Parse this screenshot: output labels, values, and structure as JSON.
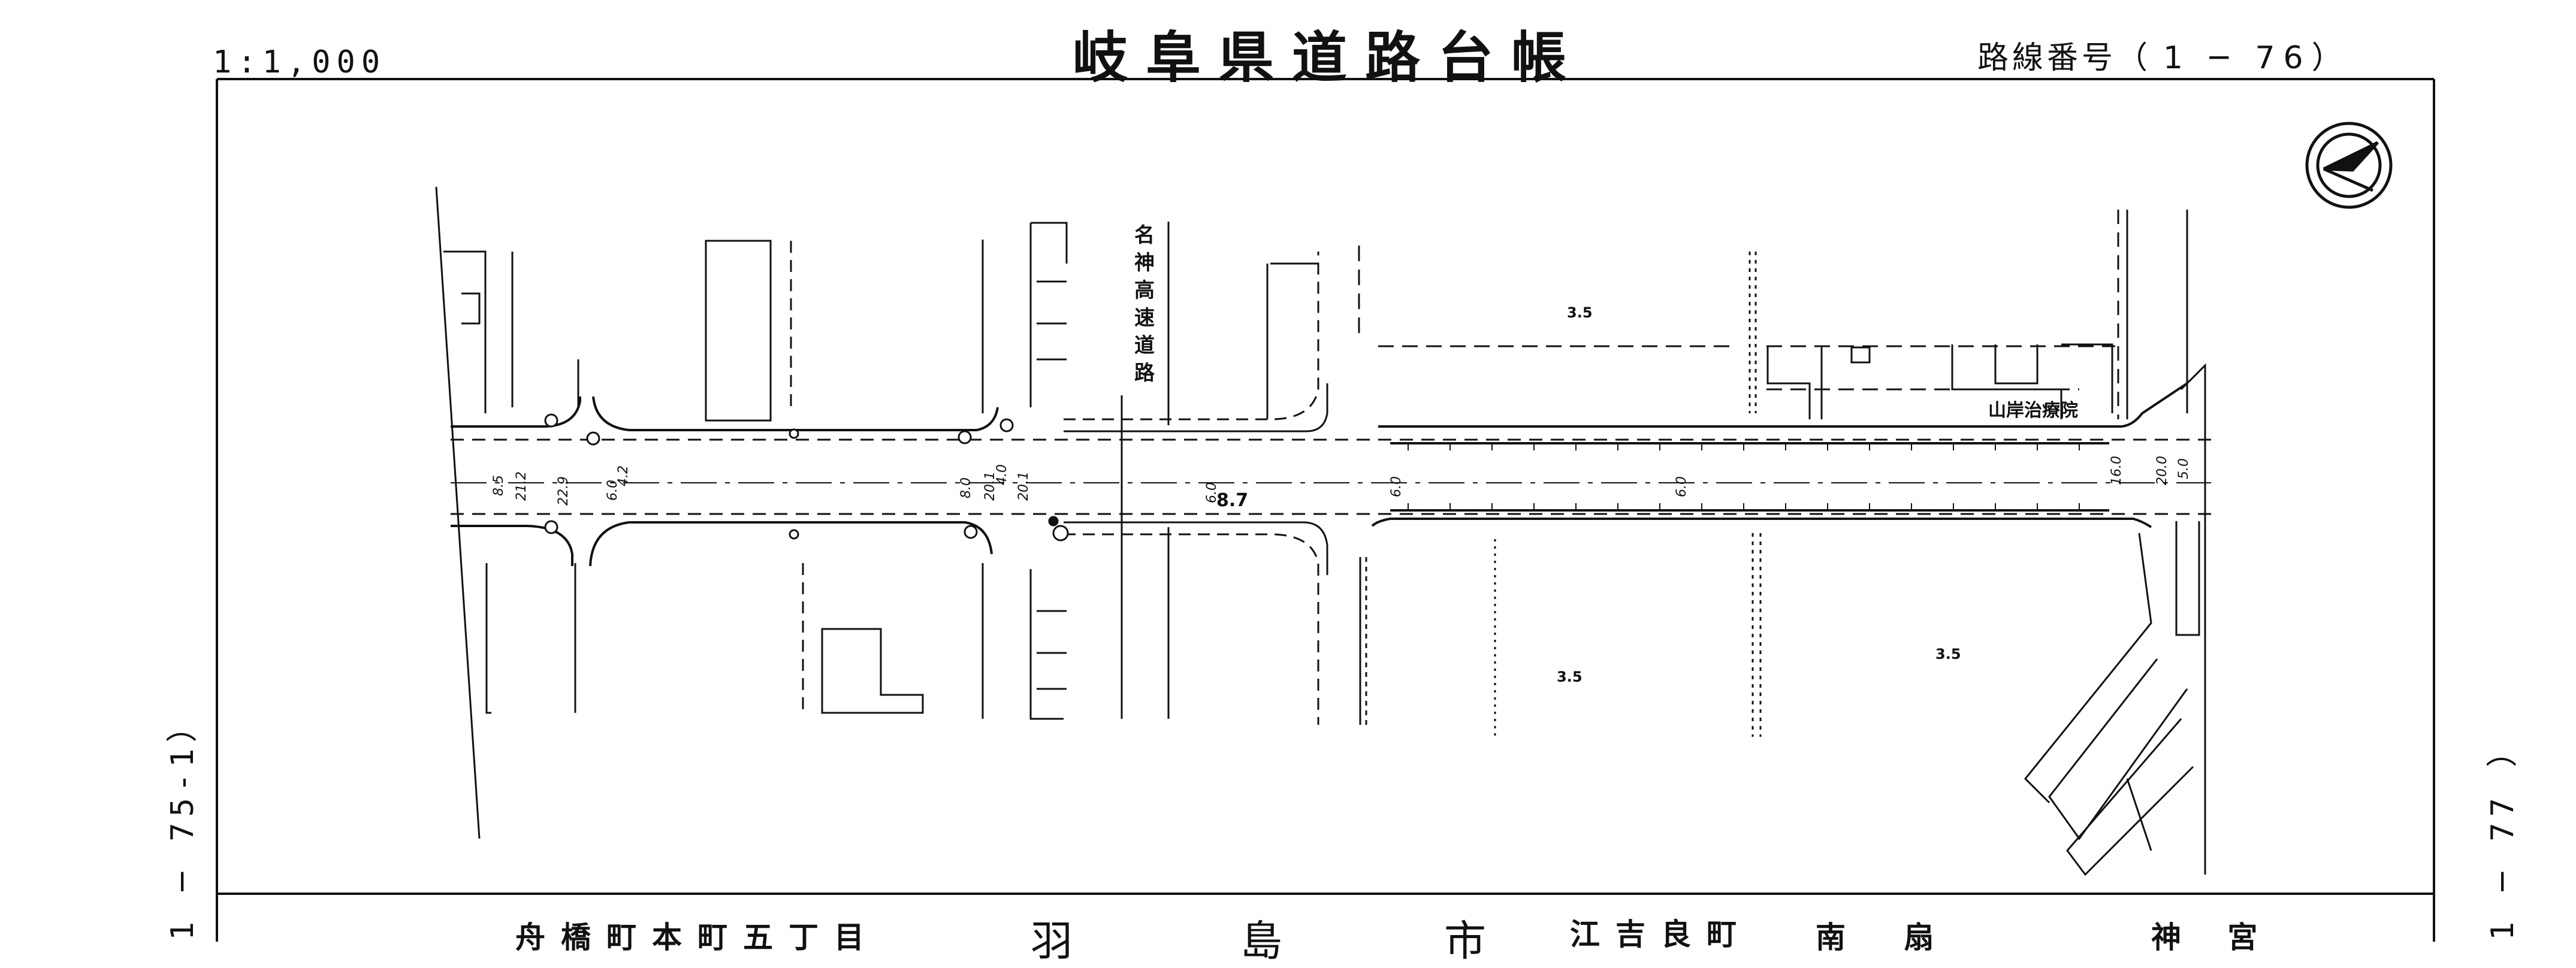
{
  "header": {
    "scale": "1:1,000",
    "title": "岐阜県道路台帳",
    "route_label": "路線番号（",
    "route_number": "1 ─ 76",
    "route_close": "）"
  },
  "margins": {
    "left_sheet_ref": "1 ─ 75-1）",
    "right_sheet_ref": "1 ─ 77 ）"
  },
  "map": {
    "expressway_label": "名神高速道路",
    "clinic_label": "山岸治療院",
    "widths": {
      "main_road": "8.7",
      "north_zone": "3.5",
      "south_zone_a": "3.5",
      "south_zone_b": "3.5",
      "lane_a": "6.0",
      "lane_b": "6.0",
      "lane_c": "6.0",
      "dim_85": "8.5",
      "dim_212": "21.2",
      "dim_229": "22.9",
      "dim_60": "6.0",
      "dim_42": "4.2",
      "dim_80": "8.0",
      "dim_201a": "20.1",
      "dim_40": "4.0",
      "dim_201b": "20.1",
      "dim_160": "16.0",
      "dim_200": "20.0",
      "dim_50": "5.0"
    }
  },
  "place_names": {
    "district_1": "舟橋町本町五丁目",
    "city_a": "羽",
    "city_b": "島",
    "city_c": "市",
    "district_2": "江吉良町",
    "district_3": "南 扇",
    "district_4": "神 宮"
  },
  "icons": {
    "north_arrow": "north-arrow-icon"
  }
}
